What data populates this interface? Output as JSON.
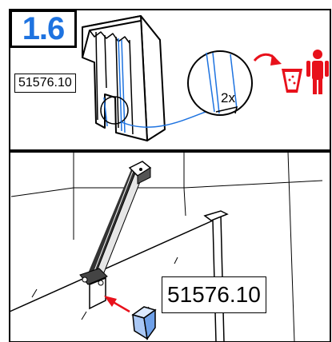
{
  "step": {
    "number": "1.6",
    "color": "#1e73e0"
  },
  "part": {
    "number_top": "51576.10",
    "number_bottom": "51576.10"
  },
  "callout": {
    "quantity": "2x"
  },
  "colors": {
    "detail_line": "#1e73e0",
    "discard_red": "#e8111b",
    "outline": "#000000"
  },
  "icons": {
    "discard": "trash-bin-icon",
    "person": "person-icon",
    "arrow": "red-arrow-icon"
  }
}
